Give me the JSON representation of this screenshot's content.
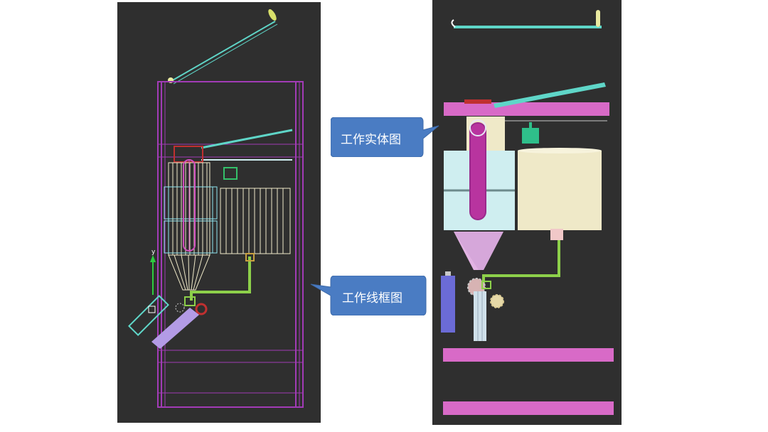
{
  "callouts": {
    "solid_view": "工作实体图",
    "wireframe_view": "工作线框图"
  },
  "axis_label": "y",
  "colors": {
    "viewport_bg": "#2f2f2f",
    "callout_fill": "#4a7cc3",
    "frame_magenta": "#a23bb6",
    "cyan": "#5fd6c8",
    "cream": "#efe9c8",
    "pale_cyan": "#cfeef0",
    "pink": "#d86ac7",
    "green": "#8dd04a"
  }
}
